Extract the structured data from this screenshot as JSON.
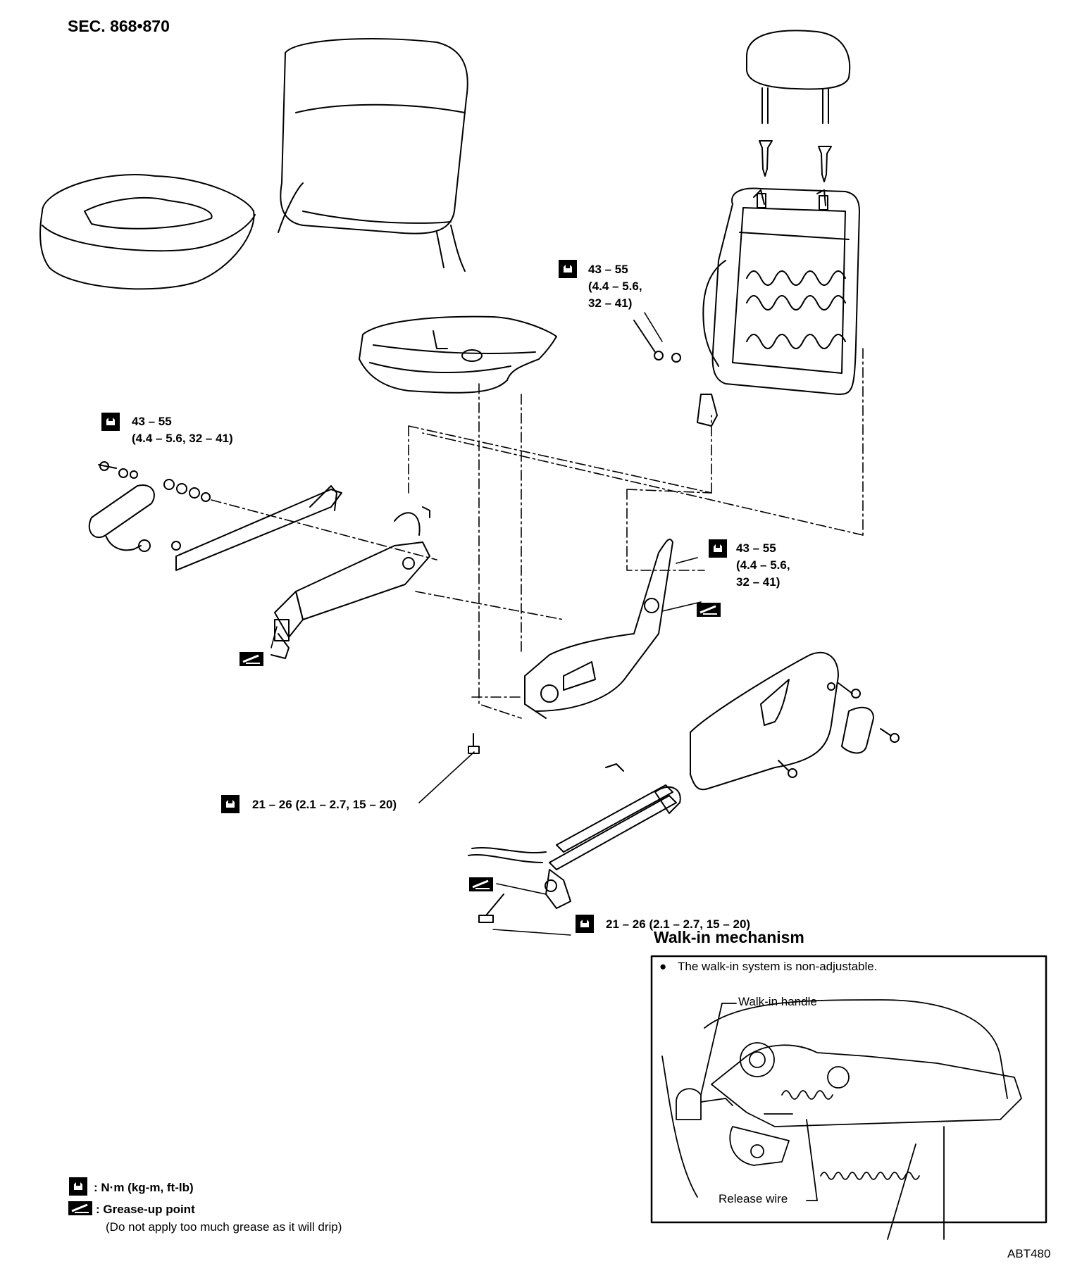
{
  "section_label": "SEC. 868•870",
  "torque_callouts": [
    {
      "value": "43 – 55",
      "detail": "(4.4 – 5.6,",
      "detail2": "32 – 41)"
    },
    {
      "value": "43 – 55",
      "detail": "(4.4 – 5.6, 32 – 41)"
    },
    {
      "value": "43 – 55",
      "detail": "(4.4 – 5.6,",
      "detail2": "32 – 41)"
    },
    {
      "value": "21 – 26 (2.1 – 2.7, 15 – 20)"
    },
    {
      "value": "21 – 26 (2.1 – 2.7, 15 – 20)"
    }
  ],
  "walk_in": {
    "heading": "Walk-in mechanism",
    "note_bullet": "●",
    "note": "The walk-in system is non-adjustable.",
    "label_handle": "Walk-in handle",
    "label_wire": "Release wire"
  },
  "legend": {
    "torque_unit": ": N·m (kg-m, ft-lb)",
    "grease": ": Grease-up point",
    "grease_note": "(Do not apply too much grease as it will drip)"
  },
  "figure_code": "ABT480"
}
